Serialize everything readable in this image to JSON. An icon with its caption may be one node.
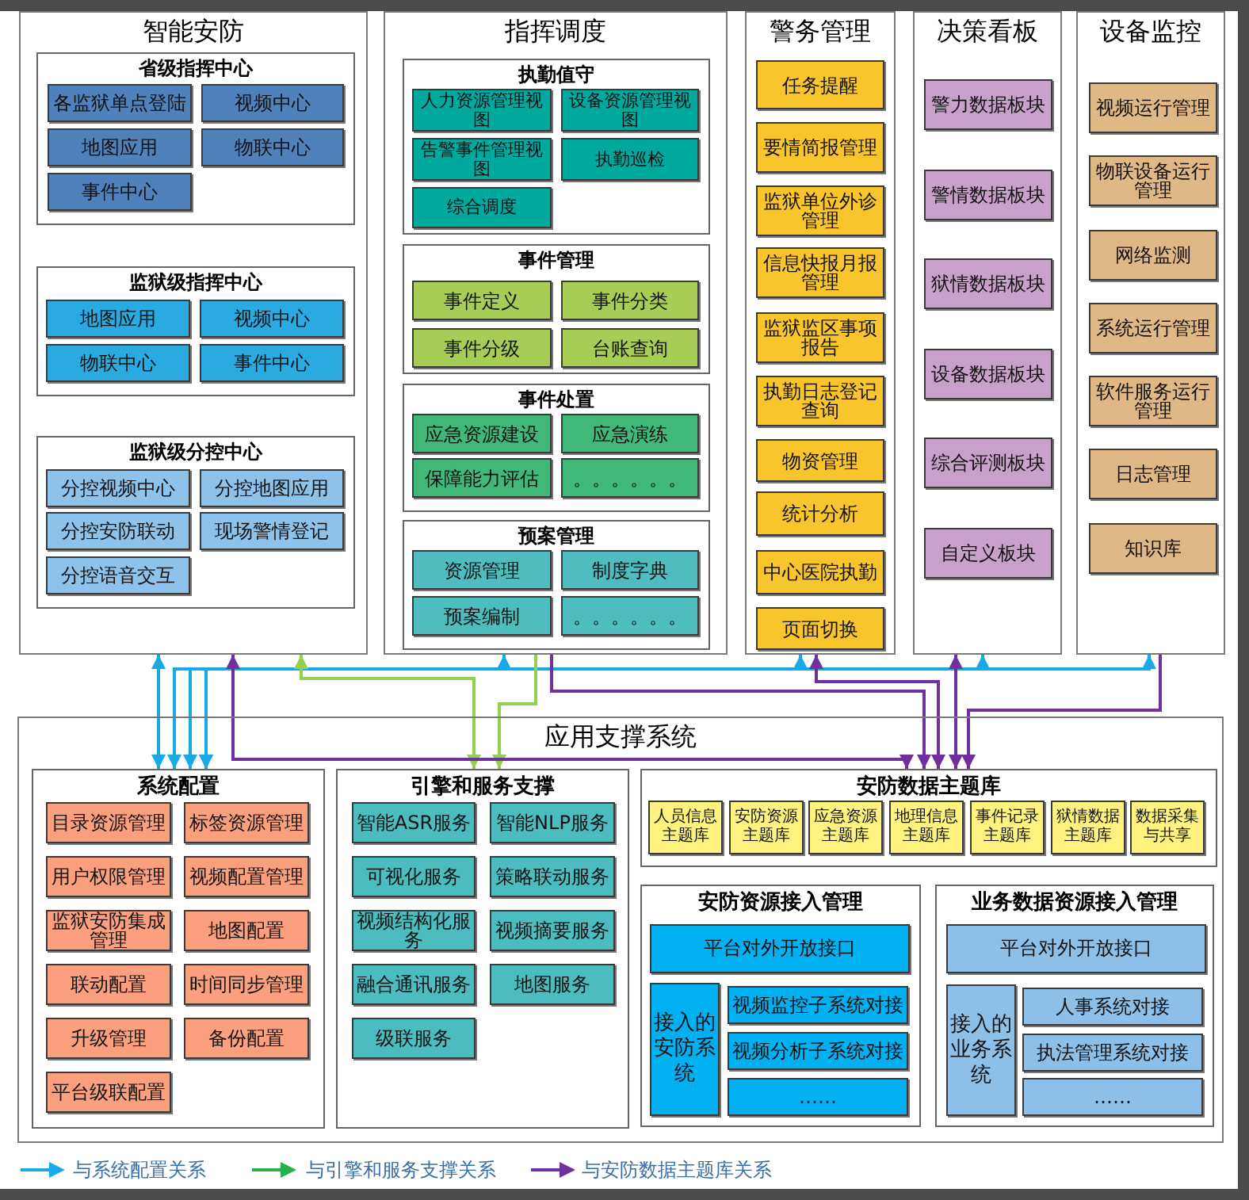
{
  "diagram": {
    "nodes": [
      {
        "text": [
          "智能安防"
        ]
      },
      {
        "text": [
          "省级指挥中心"
        ],
        "in": 0
      },
      {
        "text": [
          "各监狱单点登陆"
        ],
        "in": 1
      },
      {
        "text": [
          "视频中心"
        ],
        "in": 1
      },
      {
        "text": [
          "地图应用"
        ],
        "in": 1
      },
      {
        "text": [
          "物联中心"
        ],
        "in": 1
      },
      {
        "text": [
          "事件中心"
        ],
        "in": 1
      },
      {
        "text": [
          "监狱级指挥中心"
        ],
        "in": 0
      },
      {
        "text": [
          "地图应用"
        ],
        "in": 7
      },
      {
        "text": [
          "视频中心"
        ],
        "in": 7
      },
      {
        "text": [
          "物联中心"
        ],
        "in": 7
      },
      {
        "text": [
          "事件中心"
        ],
        "in": 7
      },
      {
        "text": [
          "监狱级分控中心"
        ],
        "in": 0
      },
      {
        "text": [
          "分控视频中心"
        ],
        "in": 12
      },
      {
        "text": [
          "分控地图应用"
        ],
        "in": 12
      },
      {
        "text": [
          "分控安防联动"
        ],
        "in": 12
      },
      {
        "text": [
          "现场警情登记"
        ],
        "in": 12
      },
      {
        "text": [
          "分控语音交互"
        ],
        "in": 12
      },
      {
        "text": [
          "指挥调度"
        ]
      },
      {
        "text": [
          "执勤值守"
        ],
        "in": 18
      },
      {
        "text": [
          "人力资源管理视图"
        ],
        "in": 19
      },
      {
        "text": [
          "设备资源管理视图"
        ],
        "in": 19
      },
      {
        "text": [
          "告警事件管理视图"
        ],
        "in": 19
      },
      {
        "text": [
          "执勤巡检"
        ],
        "in": 19
      },
      {
        "text": [
          "综合调度"
        ],
        "in": 19
      },
      {
        "text": [
          "事件管理"
        ],
        "in": 18
      },
      {
        "text": [
          "事件定义"
        ],
        "in": 25
      },
      {
        "text": [
          "事件分类"
        ],
        "in": 25
      },
      {
        "text": [
          "事件分级"
        ],
        "in": 25
      },
      {
        "text": [
          "台账查询"
        ],
        "in": 25
      },
      {
        "text": [
          "事件处置"
        ],
        "in": 18
      },
      {
        "text": [
          "应急资源建设"
        ],
        "in": 30
      },
      {
        "text": [
          "应急演练"
        ],
        "in": 30
      },
      {
        "text": [
          "保障能力评估"
        ],
        "in": 30
      },
      {
        "text": [
          "。。。。。。"
        ],
        "in": 30
      },
      {
        "text": [
          "预案管理"
        ],
        "in": 18
      },
      {
        "text": [
          "资源管理"
        ],
        "in": 35
      },
      {
        "text": [
          "制度字典"
        ],
        "in": 35
      },
      {
        "text": [
          "预案编制"
        ],
        "in": 35
      },
      {
        "text": [
          "。。。。。。"
        ],
        "in": 35
      },
      {
        "text": [
          "警务管理"
        ]
      },
      {
        "text": [
          "任务提醒"
        ],
        "in": 40
      },
      {
        "text": [
          "要情简报管理"
        ],
        "in": 40
      },
      {
        "text": [
          "监狱单位外诊管理"
        ],
        "in": 40
      },
      {
        "text": [
          "信息快报月报管理"
        ],
        "in": 40
      },
      {
        "text": [
          "监狱监区事项报告"
        ],
        "in": 40
      },
      {
        "text": [
          "执勤日志登记查询"
        ],
        "in": 40
      },
      {
        "text": [
          "物资管理"
        ],
        "in": 40
      },
      {
        "text": [
          "统计分析"
        ],
        "in": 40
      },
      {
        "text": [
          "中心医院执勤"
        ],
        "in": 40
      },
      {
        "text": [
          "页面切换"
        ],
        "in": 40
      },
      {
        "text": [
          "决策看板"
        ]
      },
      {
        "text": [
          "警力数据板块"
        ],
        "in": 51
      },
      {
        "text": [
          "警情数据板块"
        ],
        "in": 51
      },
      {
        "text": [
          "狱情数据板块"
        ],
        "in": 51
      },
      {
        "text": [
          "设备数据板块"
        ],
        "in": 51
      },
      {
        "text": [
          "综合评测板块"
        ],
        "in": 51
      },
      {
        "text": [
          "自定义板块"
        ],
        "in": 51
      },
      {
        "text": [
          "设备监控"
        ]
      },
      {
        "text": [
          "视频运行管理"
        ],
        "in": 58
      },
      {
        "text": [
          "物联设备运行管理"
        ],
        "in": 58
      },
      {
        "text": [
          "网络监测"
        ],
        "in": 58
      },
      {
        "text": [
          "系统运行管理"
        ],
        "in": 58
      },
      {
        "text": [
          "软件服务运行管理"
        ],
        "in": 58
      },
      {
        "text": [
          "日志管理"
        ],
        "in": 58
      },
      {
        "text": [
          "知识库"
        ],
        "in": 58
      },
      {
        "text": [
          "应用支撑系统"
        ]
      },
      {
        "text": [
          "系统配置"
        ],
        "in": 66
      },
      {
        "text": [
          "目录资源管理"
        ],
        "in": 67
      },
      {
        "text": [
          "标签资源管理"
        ],
        "in": 67
      },
      {
        "text": [
          "用户权限管理"
        ],
        "in": 67
      },
      {
        "text": [
          "视频配置管理"
        ],
        "in": 67
      },
      {
        "text": [
          "监狱安防集成管理"
        ],
        "in": 67
      },
      {
        "text": [
          "地图配置"
        ],
        "in": 67
      },
      {
        "text": [
          "联动配置"
        ],
        "in": 67
      },
      {
        "text": [
          "时间同步管理"
        ],
        "in": 67
      },
      {
        "text": [
          "升级管理"
        ],
        "in": 67
      },
      {
        "text": [
          "备份配置"
        ],
        "in": 67
      },
      {
        "text": [
          "平台级联配置"
        ],
        "in": 67
      },
      {
        "text": [
          "引擎和服务支撑"
        ],
        "in": 66
      },
      {
        "text": [
          "智能ASR服务"
        ],
        "in": 79
      },
      {
        "text": [
          "智能NLP服务"
        ],
        "in": 79
      },
      {
        "text": [
          "可视化服务"
        ],
        "in": 79
      },
      {
        "text": [
          "策略联动服务"
        ],
        "in": 79
      },
      {
        "text": [
          "视频结构化服务"
        ],
        "in": 79
      },
      {
        "text": [
          "视频摘要服务"
        ],
        "in": 79
      },
      {
        "text": [
          "融合通讯服务"
        ],
        "in": 79
      },
      {
        "text": [
          "地图服务"
        ],
        "in": 79
      },
      {
        "text": [
          "级联服务"
        ],
        "in": 79
      },
      {
        "text": [
          "安防数据主题库"
        ],
        "in": 66
      },
      {
        "text": [
          "人员信息主题库"
        ],
        "in": 89
      },
      {
        "text": [
          "安防资源主题库"
        ],
        "in": 89
      },
      {
        "text": [
          "应急资源主题库"
        ],
        "in": 89
      },
      {
        "text": [
          "地理信息主题库"
        ],
        "in": 89
      },
      {
        "text": [
          "事件记录主题库"
        ],
        "in": 89
      },
      {
        "text": [
          "狱情数据主题库"
        ],
        "in": 89
      },
      {
        "text": [
          "数据采集与共享"
        ],
        "in": 89
      },
      {
        "text": [
          "安防资源接入管理"
        ],
        "in": 66
      },
      {
        "text": [
          "平台对外开放接口"
        ],
        "in": 97
      },
      {
        "text": [
          "接入的安防系统"
        ],
        "in": 97
      },
      {
        "text": [
          "视频监控子系统对接"
        ],
        "in": 97
      },
      {
        "text": [
          "视频分析子系统对接"
        ],
        "in": 97
      },
      {
        "text": [
          "……"
        ],
        "in": 97
      },
      {
        "text": [
          "业务数据资源接入管理"
        ],
        "in": 66
      },
      {
        "text": [
          "平台对外开放接口"
        ],
        "in": 103
      },
      {
        "text": [
          "接入的业务系统"
        ],
        "in": 103
      },
      {
        "text": [
          "人事系统对接"
        ],
        "in": 103
      },
      {
        "text": [
          "执法管理系统对接"
        ],
        "in": 103
      },
      {
        "text": [
          "……"
        ],
        "in": 103
      }
    ],
    "edges": [
      {
        "from": 0,
        "to": 67,
        "arrow": "both"
      },
      {
        "from": 67,
        "to": 18,
        "arrow": "both"
      },
      {
        "from": 67,
        "to": 40,
        "arrow": "both"
      },
      {
        "from": 67,
        "to": 51,
        "arrow": "both"
      },
      {
        "from": 67,
        "to": 58,
        "arrow": "both"
      },
      {
        "from": 18,
        "to": 79,
        "arrow": "to",
        "color": "#92d050"
      },
      {
        "from": 79,
        "to": 0,
        "arrow": "both",
        "color": "#92d050"
      },
      {
        "from": 0,
        "to": 89,
        "arrow": "both",
        "color": "#7030a0"
      },
      {
        "from": 18,
        "to": 89,
        "arrow": "to",
        "color": "#7030a0"
      },
      {
        "from": 40,
        "to": 89,
        "arrow": "both",
        "color": "#7030a0"
      },
      {
        "from": 51,
        "to": 89,
        "arrow": "both",
        "color": "#7030a0"
      },
      {
        "from": 58,
        "to": 89,
        "arrow": "to",
        "color": "#7030a0"
      }
    ],
    "legend": [
      {
        "text": "与系统配置关系"
      },
      {
        "text": "与引擎和服务支撑关系"
      },
      {
        "text": "与安防数据主题库关系"
      }
    ]
  }
}
